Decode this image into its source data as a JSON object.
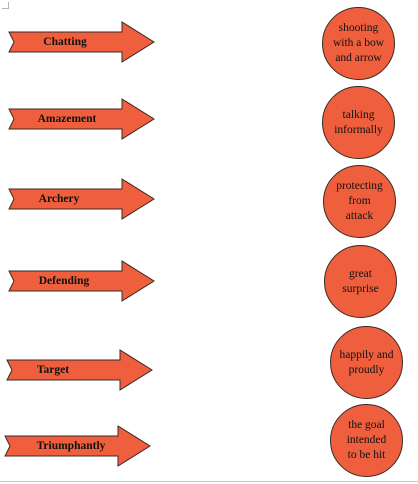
{
  "colors": {
    "shape_fill": "#ef5f3d",
    "shape_stroke": "#3a2a24",
    "text": "#111111"
  },
  "arrows": [
    {
      "label": "Chatting"
    },
    {
      "label": "Amazement"
    },
    {
      "label": "Archery"
    },
    {
      "label": "Defending"
    },
    {
      "label": "Target"
    },
    {
      "label": "Triumphantly"
    }
  ],
  "circles": [
    {
      "label": "shooting\nwith a bow\nand arrow"
    },
    {
      "label": "talking\ninformally"
    },
    {
      "label": "protecting\nfrom\nattack"
    },
    {
      "label": "great\nsurprise"
    },
    {
      "label": "happily and\nproudly"
    },
    {
      "label": "the goal\nintended\nto be hit"
    }
  ]
}
